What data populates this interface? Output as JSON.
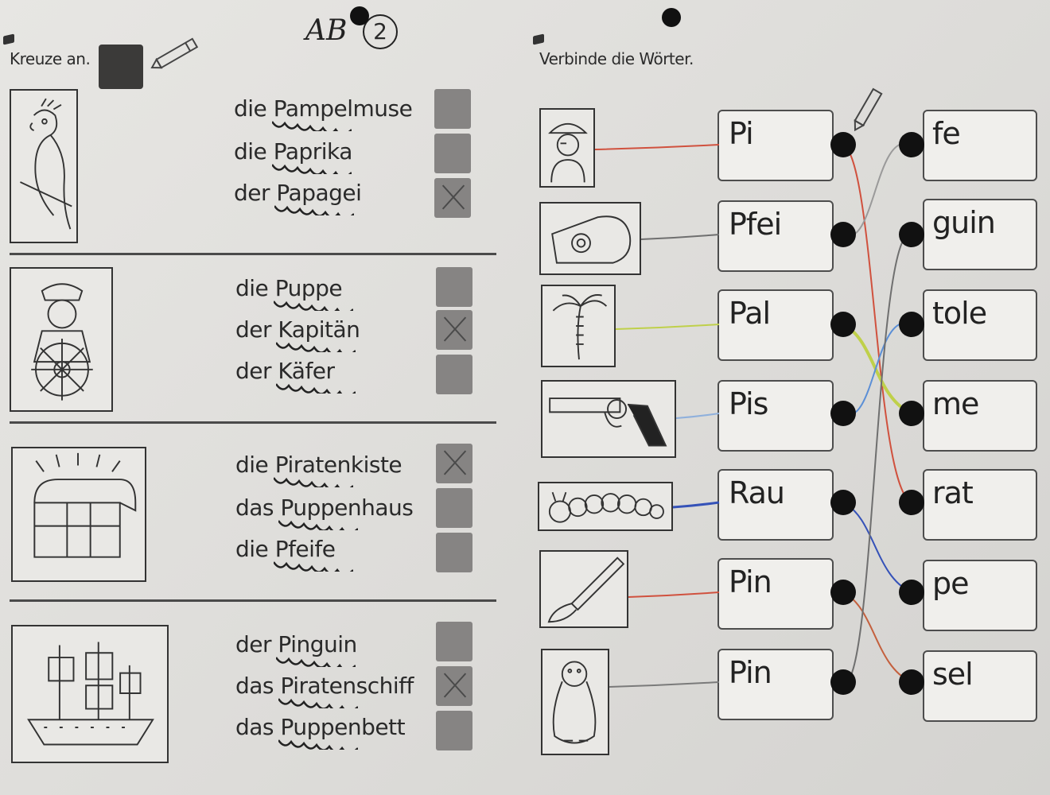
{
  "header": {
    "ab_label": "AB",
    "ab_number": "2"
  },
  "left_section": {
    "instruction": "Kreuze an.",
    "groups": [
      {
        "picture": "parrot-icon",
        "options": [
          {
            "article": "die",
            "word": "Pampelmuse",
            "checked": false
          },
          {
            "article": "die",
            "word": "Paprika",
            "checked": false
          },
          {
            "article": "der",
            "word": "Papagei",
            "checked": true
          }
        ]
      },
      {
        "picture": "captain-icon",
        "options": [
          {
            "article": "die",
            "word": "Puppe",
            "checked": false
          },
          {
            "article": "der",
            "word": "Kapitän",
            "checked": true
          },
          {
            "article": "der",
            "word": "Käfer",
            "checked": false
          }
        ]
      },
      {
        "picture": "treasure-chest-icon",
        "options": [
          {
            "article": "die",
            "word": "Piratenkiste",
            "checked": true
          },
          {
            "article": "das",
            "word": "Puppenhaus",
            "checked": false
          },
          {
            "article": "die",
            "word": "Pfeife",
            "checked": false
          }
        ]
      },
      {
        "picture": "pirate-ship-icon",
        "options": [
          {
            "article": "der",
            "word": "Pinguin",
            "checked": false
          },
          {
            "article": "das",
            "word": "Piratenschiff",
            "checked": true
          },
          {
            "article": "das",
            "word": "Puppenbett",
            "checked": false
          }
        ]
      }
    ]
  },
  "right_section": {
    "instruction": "Verbinde die Wörter.",
    "pictures": [
      "pirate-icon",
      "whistle-icon",
      "palm-tree-icon",
      "pistol-icon",
      "caterpillar-icon",
      "paintbrush-icon",
      "penguin-icon"
    ],
    "first_syllables": [
      "Pi",
      "Pfei",
      "Pal",
      "Pis",
      "Rau",
      "Pin",
      "Pin"
    ],
    "second_syllables": [
      "fe",
      "guin",
      "tole",
      "me",
      "rat",
      "pe",
      "sel"
    ],
    "connections": [
      {
        "from": 0,
        "to": 4,
        "color": "#d0513e"
      },
      {
        "from": 1,
        "to": 0,
        "color": "#9a9a9a"
      },
      {
        "from": 2,
        "to": 3,
        "color": "#bfd04a"
      },
      {
        "from": 3,
        "to": 2,
        "color": "#5b8fd6"
      },
      {
        "from": 4,
        "to": 5,
        "color": "#3552b8"
      },
      {
        "from": 5,
        "to": 6,
        "color": "#c4603e"
      },
      {
        "from": 6,
        "to": 1,
        "color": "#6f6f6f"
      }
    ],
    "picture_line_colors": [
      "#d0513e",
      "#6f6f6f",
      "#bfd04a",
      "#8fb0dc",
      "#3552b8",
      "#d0513e",
      "#7a7a7a"
    ]
  }
}
